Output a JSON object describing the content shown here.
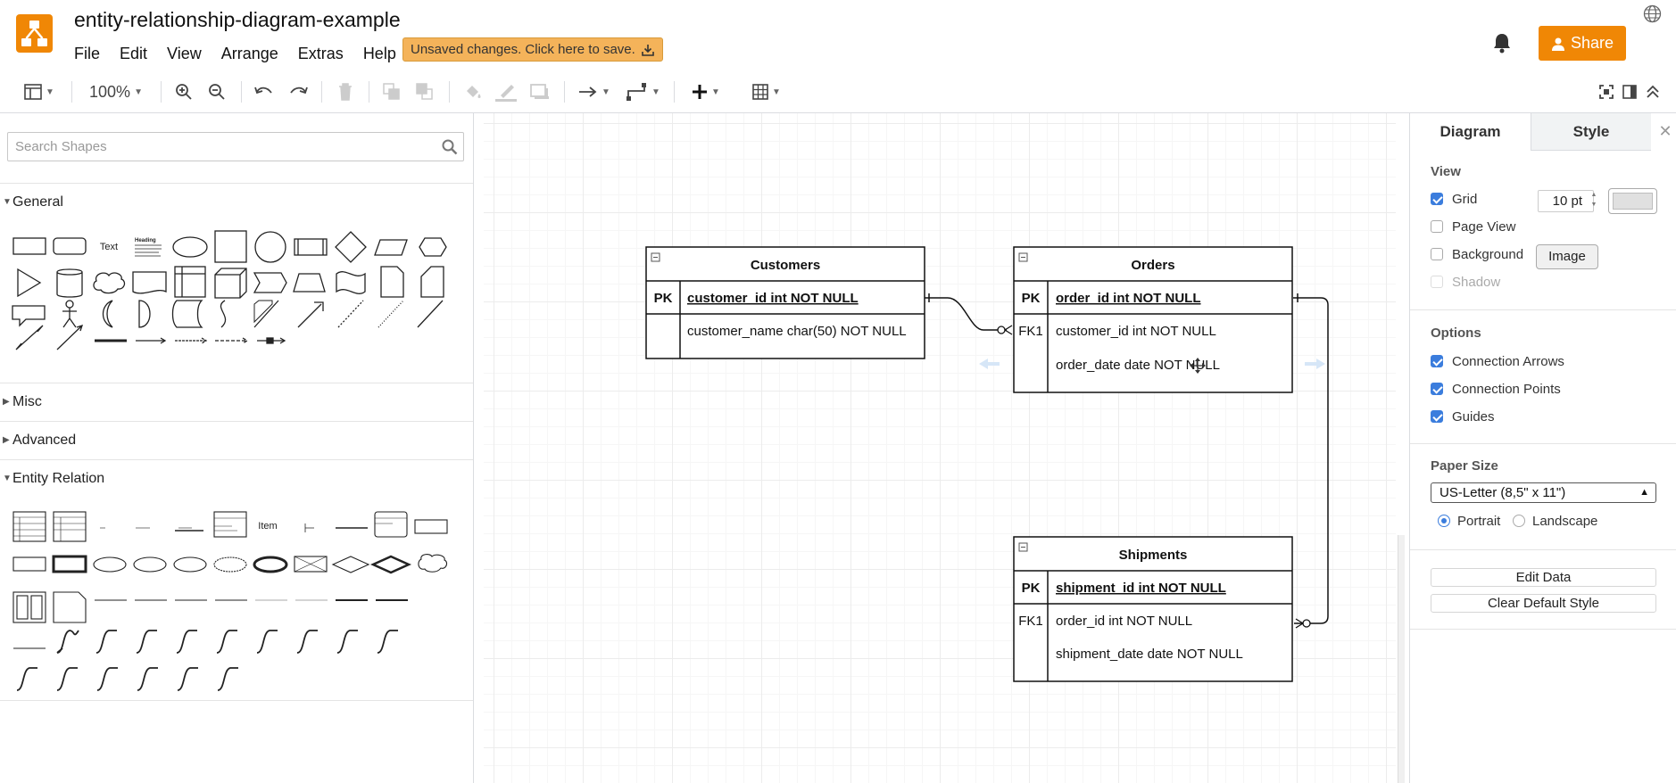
{
  "app": {
    "title": "entity-relationship-diagram-example",
    "brand_color": "#f08705",
    "logo_icon": "drawio-logo-icon"
  },
  "menubar": {
    "items": [
      "File",
      "Edit",
      "View",
      "Arrange",
      "Extras",
      "Help"
    ]
  },
  "save_banner": {
    "text": "Unsaved changes. Click here to save.",
    "icon": "download-icon"
  },
  "header": {
    "share_label": "Share",
    "bell_icon": "bell-icon",
    "globe_icon": "globe-icon"
  },
  "toolbar": {
    "zoom": "100%"
  },
  "sidebar": {
    "search_placeholder": "Search Shapes",
    "sections": {
      "general": "General",
      "misc": "Misc",
      "advanced": "Advanced",
      "entity_relation": "Entity Relation"
    },
    "general_labels": {
      "text": "Text",
      "heading": "Heading"
    },
    "er_labels": {
      "item": "Item"
    }
  },
  "diagram": {
    "tables": {
      "customers": {
        "name": "Customers",
        "rows": [
          {
            "key": "PK",
            "field": "customer_id int NOT NULL"
          },
          {
            "key": "",
            "field": "customer_name char(50) NOT NULL"
          }
        ]
      },
      "orders": {
        "name": "Orders",
        "rows": [
          {
            "key": "PK",
            "field": "order_id int NOT NULL"
          },
          {
            "key": "FK1",
            "field": "customer_id int NOT NULL"
          },
          {
            "key": "",
            "field": "order_date date NOT NULL"
          }
        ]
      },
      "shipments": {
        "name": "Shipments",
        "rows": [
          {
            "key": "PK",
            "field": "shipment_id int NOT NULL"
          },
          {
            "key": "FK1",
            "field": "order_id int NOT NULL"
          },
          {
            "key": "",
            "field": "shipment_date date NOT NULL"
          }
        ]
      }
    }
  },
  "format_panel": {
    "tabs": [
      "Diagram",
      "Style"
    ],
    "view": {
      "heading": "View",
      "grid": {
        "label": "Grid",
        "checked": true
      },
      "grid_size": "10 pt",
      "page_view": {
        "label": "Page View",
        "checked": false
      },
      "background": {
        "label": "Background",
        "checked": false
      },
      "image_button": "Image",
      "shadow": {
        "label": "Shadow",
        "checked": false
      }
    },
    "options": {
      "heading": "Options",
      "connection_arrows": {
        "label": "Connection Arrows",
        "checked": true
      },
      "connection_points": {
        "label": "Connection Points",
        "checked": true
      },
      "guides": {
        "label": "Guides",
        "checked": true
      }
    },
    "paper": {
      "heading": "Paper Size",
      "selected": "US-Letter (8,5\" x 11\")",
      "portrait": "Portrait",
      "landscape": "Landscape",
      "orientation": "portrait"
    },
    "buttons": {
      "edit_data": "Edit Data",
      "clear_default_style": "Clear Default Style"
    }
  },
  "colors": {
    "accent": "#f08705",
    "checkbox_blue": "#3b7ddd",
    "save_banner": "#f4b35a"
  }
}
